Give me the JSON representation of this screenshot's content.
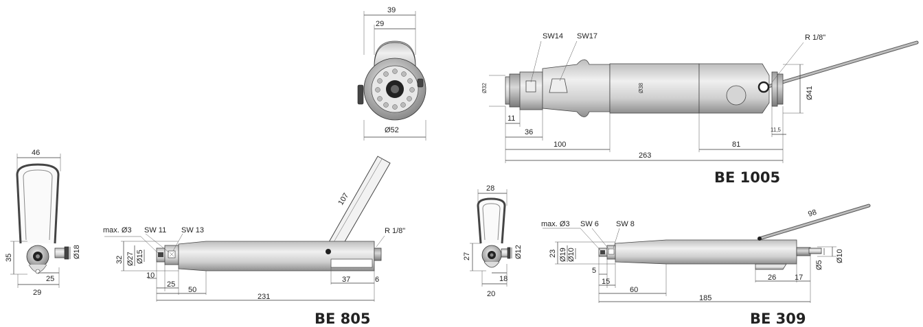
{
  "titles": {
    "be1005": "BE 1005",
    "be805": "BE 805",
    "be309": "BE 309"
  },
  "top_end_view": {
    "w39": "39",
    "w29": "29",
    "d52": "Ø52"
  },
  "be1005": {
    "sw14": "SW14",
    "sw17": "SW17",
    "r18": "R 1/8\"",
    "d41": "Ø41",
    "d32": "Ø32",
    "d38": "Ø38",
    "d11": "11",
    "d36": "36",
    "d100": "100",
    "d263": "263",
    "d81": "81",
    "d115": "11,5"
  },
  "be805_end": {
    "w46": "46",
    "h35": "35",
    "d18": "Ø18",
    "d25": "25",
    "d29": "29"
  },
  "be805": {
    "max3": "max. Ø3",
    "sw11": "SW 11",
    "sw13": "SW 13",
    "r18": "R 1/8\"",
    "h32": "32",
    "d27": "Ø27",
    "d15": "Ø15",
    "d10": "10",
    "d25": "25",
    "d50": "50",
    "d231": "231",
    "d37": "37",
    "d6": "6",
    "d107": "107"
  },
  "be309_end": {
    "w28": "28",
    "h27": "27",
    "d12": "Ø12",
    "d18": "18",
    "d20": "20"
  },
  "be309": {
    "max3": "max. Ø3",
    "sw6": "SW 6",
    "sw8": "SW 8",
    "h23": "23",
    "d19": "Ø19",
    "d10": "Ø10",
    "d5": "5",
    "d15": "15",
    "d60": "60",
    "d185": "185",
    "d26": "26",
    "d17": "17",
    "d98": "98",
    "d5b": "Ø5",
    "d10b": "Ø10"
  },
  "colors": {
    "metal_light": "#e6e6e6",
    "metal_dark": "#9a9a9a",
    "line": "#333333"
  }
}
